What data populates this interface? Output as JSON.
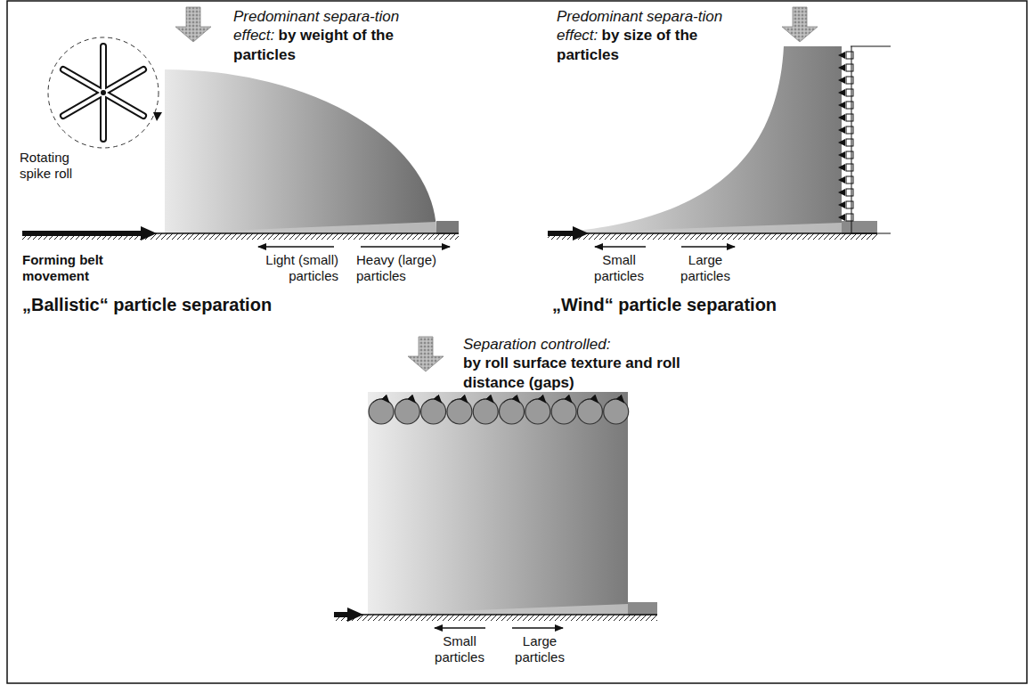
{
  "diagram": {
    "labels": [
      "Predominant separa-tion effect:",
      "by weight of the particles",
      "Rotating spike roll",
      "Forming belt movement",
      "Light (small) particles",
      "Heavy (large) particles",
      "„Ballistic“ particle separation",
      "Predominant separa-tion effect:",
      "by size of the particles",
      "Small particles",
      "Large particles",
      "„Wind“ particle separation",
      "Separation controlled:",
      "by roll surface texture and roll distance (gaps)",
      "Small particles",
      "Large particles"
    ]
  }
}
